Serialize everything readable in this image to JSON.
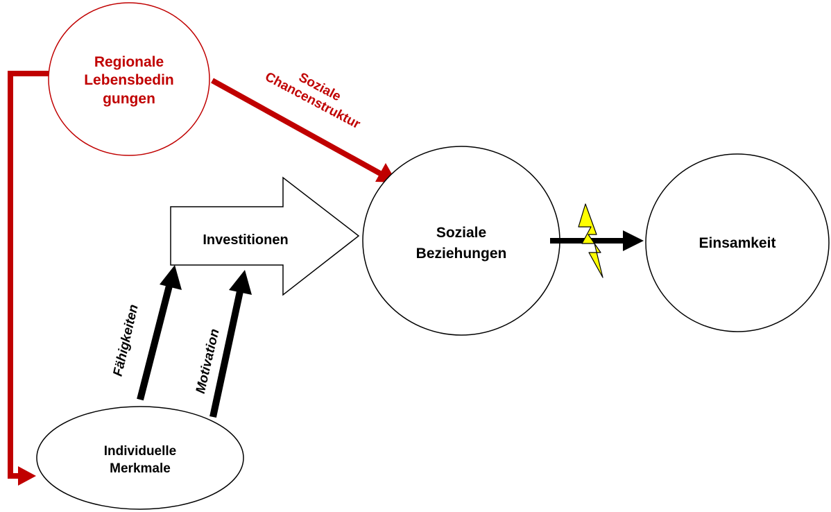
{
  "colors": {
    "accent_red": "#c00000",
    "lightning_yellow": "#ffff00",
    "black": "#000000"
  },
  "nodes": {
    "regionale": {
      "lines": [
        "Regionale",
        "Lebensbedin",
        "gungen"
      ]
    },
    "individuelle": {
      "lines": [
        "Individuelle",
        "Merkmale"
      ]
    },
    "soziale_beziehungen": {
      "lines": [
        "Soziale",
        "Beziehungen"
      ]
    },
    "einsamkeit": {
      "lines": [
        "Einsamkeit"
      ]
    },
    "investitionen": {
      "label": "Investitionen"
    }
  },
  "edges": {
    "chancenstruktur": {
      "lines": [
        "Soziale",
        "Chancenstruktur"
      ]
    },
    "faehigkeiten": {
      "label": "Fähigkeiten"
    },
    "motivation": {
      "label": "Motivation"
    }
  },
  "icons": {
    "lightning": "lightning-icon"
  }
}
